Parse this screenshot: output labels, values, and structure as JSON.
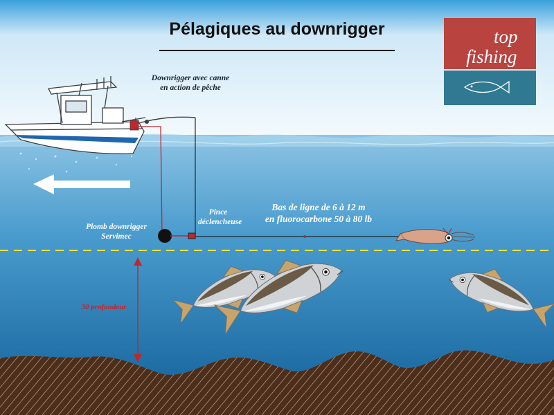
{
  "title": "Pélagiques au downrigger",
  "labels": {
    "downrigger_rod": [
      "Downrigger avec canne",
      "en action de pêche"
    ],
    "release_clip": [
      "Pince",
      "déclencheuse"
    ],
    "leader": [
      "Bas de ligne de 6 à 12 m",
      "en fluorocarbone 50 à 80 lb"
    ],
    "weight": [
      "Plomb downrigger",
      "Servimec"
    ],
    "depth": "30 profondeur"
  },
  "logo": {
    "line1": "top",
    "line2": "fishing"
  },
  "colors": {
    "sky": "#e6f3fb",
    "sea_surface": "#86bfe0",
    "sea_deep": "#1670a7",
    "seabed": "#4d2e1a",
    "thermocline": "#f2e23a",
    "red_line": "#c0262c",
    "logo_red": "#b8433f",
    "logo_blue": "#2f7a92"
  }
}
